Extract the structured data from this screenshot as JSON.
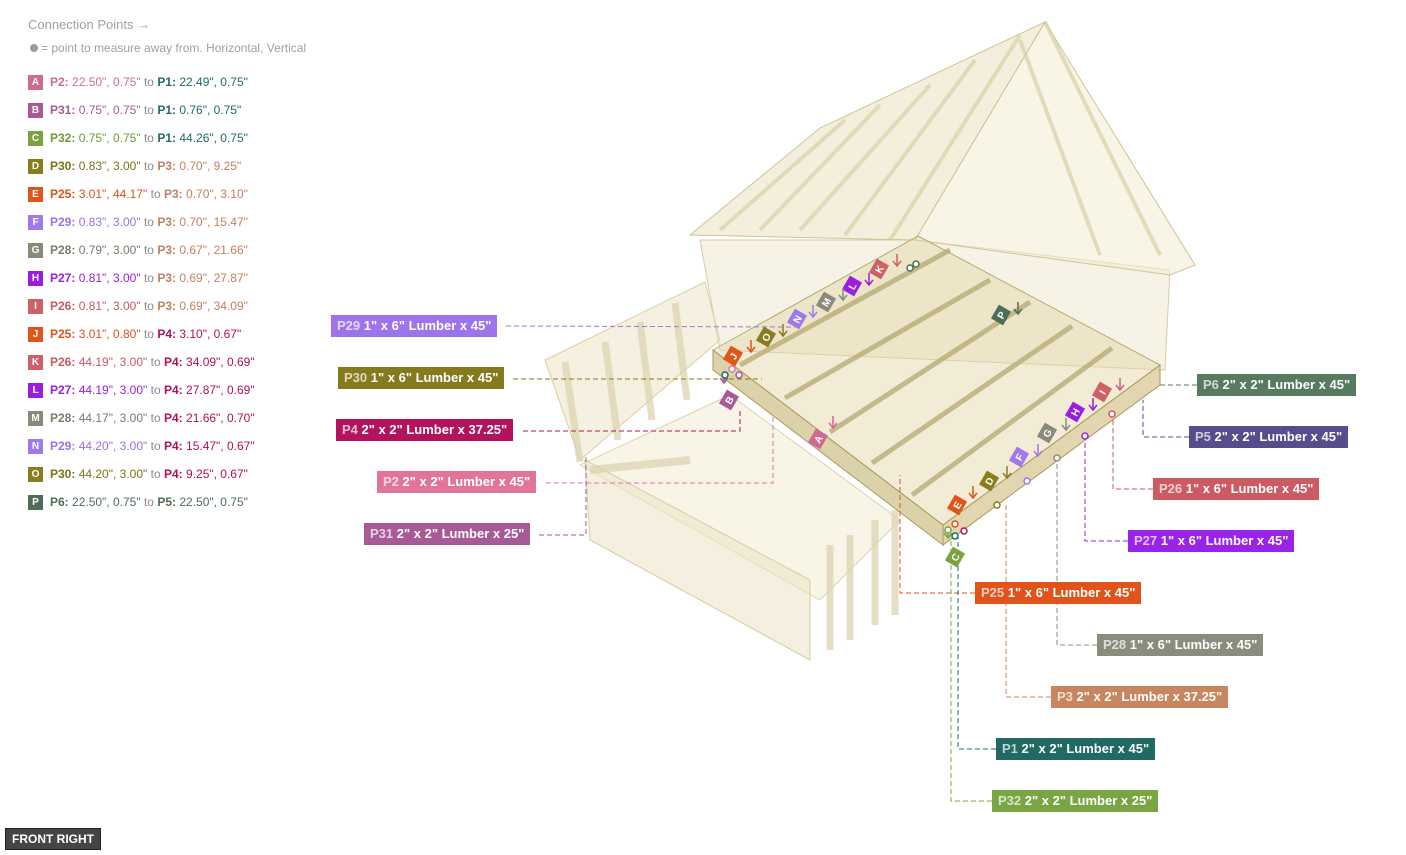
{
  "header": {
    "title": "Connection Points →",
    "note": "= point to measure away from. Horizontal, Vertical"
  },
  "connections": [
    {
      "letter": "A",
      "color": "#d06a90",
      "p1": "P2:",
      "v1": "22.50\", 0.75\"",
      "c1": "#d06a90",
      "to": "to",
      "p2": "P1:",
      "v2": "22.49\", 0.75\"",
      "c2": "#1f6a64"
    },
    {
      "letter": "B",
      "color": "#a85a94",
      "p1": "P31:",
      "v1": "0.75\", 0.75\"",
      "c1": "#a85a94",
      "to": "to",
      "p2": "P1:",
      "v2": "0.76\", 0.75\"",
      "c2": "#1f6a64"
    },
    {
      "letter": "C",
      "color": "#7aa23e",
      "p1": "P32:",
      "v1": "0.75\", 0.75\"",
      "c1": "#6f9a35",
      "to": "to",
      "p2": "P1:",
      "v2": "44.26\", 0.75\"",
      "c2": "#1f6a64"
    },
    {
      "letter": "D",
      "color": "#8a7d1e",
      "p1": "P30:",
      "v1": "0.83\", 3.00\"",
      "c1": "#7d7118",
      "to": "to",
      "p2": "P3:",
      "v2": "0.70\", 9.25\"",
      "c2": "#c08060"
    },
    {
      "letter": "E",
      "color": "#e0561a",
      "p1": "P25:",
      "v1": "3.01\", 44.17\"",
      "c1": "#d9531a",
      "to": "to",
      "p2": "P3:",
      "v2": "0.70\", 3.10\"",
      "c2": "#c08060"
    },
    {
      "letter": "F",
      "color": "#a07ae8",
      "p1": "P29:",
      "v1": "0.83\", 3.00\"",
      "c1": "#9a72e6",
      "to": "to",
      "p2": "P3:",
      "v2": "0.70\", 15.47\"",
      "c2": "#c08060"
    },
    {
      "letter": "G",
      "color": "#8a8a7a",
      "p1": "P28:",
      "v1": "0.79\", 3.00\"",
      "c1": "#7a7a6a",
      "to": "to",
      "p2": "P3:",
      "v2": "0.67\", 21.66\"",
      "c2": "#c08060"
    },
    {
      "letter": "H",
      "color": "#9a1ee0",
      "p1": "P27:",
      "v1": "0.81\", 3.00\"",
      "c1": "#9a1ee0",
      "to": "to",
      "p2": "P3:",
      "v2": "0.69\", 27.87\"",
      "c2": "#c08060"
    },
    {
      "letter": "I",
      "color": "#d06068",
      "p1": "P26:",
      "v1": "0.81\", 3.00\"",
      "c1": "#c85860",
      "to": "to",
      "p2": "P3:",
      "v2": "0.69\", 34.09\"",
      "c2": "#c08060"
    },
    {
      "letter": "J",
      "color": "#e0561a",
      "p1": "P25:",
      "v1": "3.01\", 0.80\"",
      "c1": "#d9531a",
      "to": "to",
      "p2": "P4:",
      "v2": "3.10\", 0.67\"",
      "c2": "#b0105a"
    },
    {
      "letter": "K",
      "color": "#d06068",
      "p1": "P26:",
      "v1": "44.19\", 3.00\"",
      "c1": "#c85860",
      "to": "to",
      "p2": "P4:",
      "v2": "34.09\", 0.69\"",
      "c2": "#b0105a"
    },
    {
      "letter": "L",
      "color": "#9a1ee0",
      "p1": "P27:",
      "v1": "44.19\", 3.00\"",
      "c1": "#9a1ee0",
      "to": "to",
      "p2": "P4:",
      "v2": "27.87\", 0.69\"",
      "c2": "#b0105a"
    },
    {
      "letter": "M",
      "color": "#8a8a7a",
      "p1": "P28:",
      "v1": "44.17\", 3.00\"",
      "c1": "#7a7a6a",
      "to": "to",
      "p2": "P4:",
      "v2": "21.66\", 0.70\"",
      "c2": "#b0105a"
    },
    {
      "letter": "N",
      "color": "#a07ae8",
      "p1": "P29:",
      "v1": "44.20\", 3.00\"",
      "c1": "#9a72e6",
      "to": "to",
      "p2": "P4:",
      "v2": "15.47\", 0.67\"",
      "c2": "#b0105a"
    },
    {
      "letter": "O",
      "color": "#8a7d1e",
      "p1": "P30:",
      "v1": "44.20\", 3.00\"",
      "c1": "#7d7118",
      "to": "to",
      "p2": "P4:",
      "v2": "9.25\", 0.67\"",
      "c2": "#b0105a"
    },
    {
      "letter": "P",
      "color": "#4e6e58",
      "p1": "P6:",
      "v1": "22.50\", 0.75\"",
      "c1": "#4e6e58",
      "to": "to",
      "p2": "P5:",
      "v2": "22.50\", 0.75\"",
      "c2": "#4e6e58"
    }
  ],
  "parts": [
    {
      "key": "P29",
      "id": "P29",
      "desc": "1\" x 6\" Lumber x 45\"",
      "color": "#9d74ea"
    },
    {
      "key": "P30",
      "id": "P30",
      "desc": "1\" x 6\" Lumber x 45\"",
      "color": "#857a1c"
    },
    {
      "key": "P4",
      "id": "P4",
      "desc": "2\" x 2\" Lumber x 37.25\"",
      "color": "#b3135c"
    },
    {
      "key": "P2",
      "id": "P2",
      "desc": "2\" x 2\" Lumber x 45\"",
      "color": "#e07598"
    },
    {
      "key": "P31",
      "id": "P31",
      "desc": "2\" x 2\" Lumber x 25\"",
      "color": "#a85a96"
    },
    {
      "key": "P6",
      "id": "P6",
      "desc": "2\" x 2\" Lumber x 45\"",
      "color": "#577a61"
    },
    {
      "key": "P5",
      "id": "P5",
      "desc": "2\" x 2\" Lumber x 45\"",
      "color": "#574c8c"
    },
    {
      "key": "P26",
      "id": "P26",
      "desc": "1\" x 6\" Lumber x 45\"",
      "color": "#cc5a63"
    },
    {
      "key": "P27",
      "id": "P27",
      "desc": "1\" x 6\" Lumber x 45\"",
      "color": "#9a22ea"
    },
    {
      "key": "P25",
      "id": "P25",
      "desc": "1\" x 6\" Lumber x 45\"",
      "color": "#e0541c"
    },
    {
      "key": "P28",
      "id": "P28",
      "desc": "1\" x 6\" Lumber x 45\"",
      "color": "#8a8d7e"
    },
    {
      "key": "P3",
      "id": "P3",
      "desc": "2\" x 2\" Lumber x 37.25\"",
      "color": "#c7865f"
    },
    {
      "key": "P1",
      "id": "P1",
      "desc": "2\" x 2\" Lumber x 45\"",
      "color": "#1f6a63"
    },
    {
      "key": "P32",
      "id": "P32",
      "desc": "2\" x 2\" Lumber x 25\"",
      "color": "#7aa544"
    }
  ],
  "view_button": "FRONT RIGHT"
}
